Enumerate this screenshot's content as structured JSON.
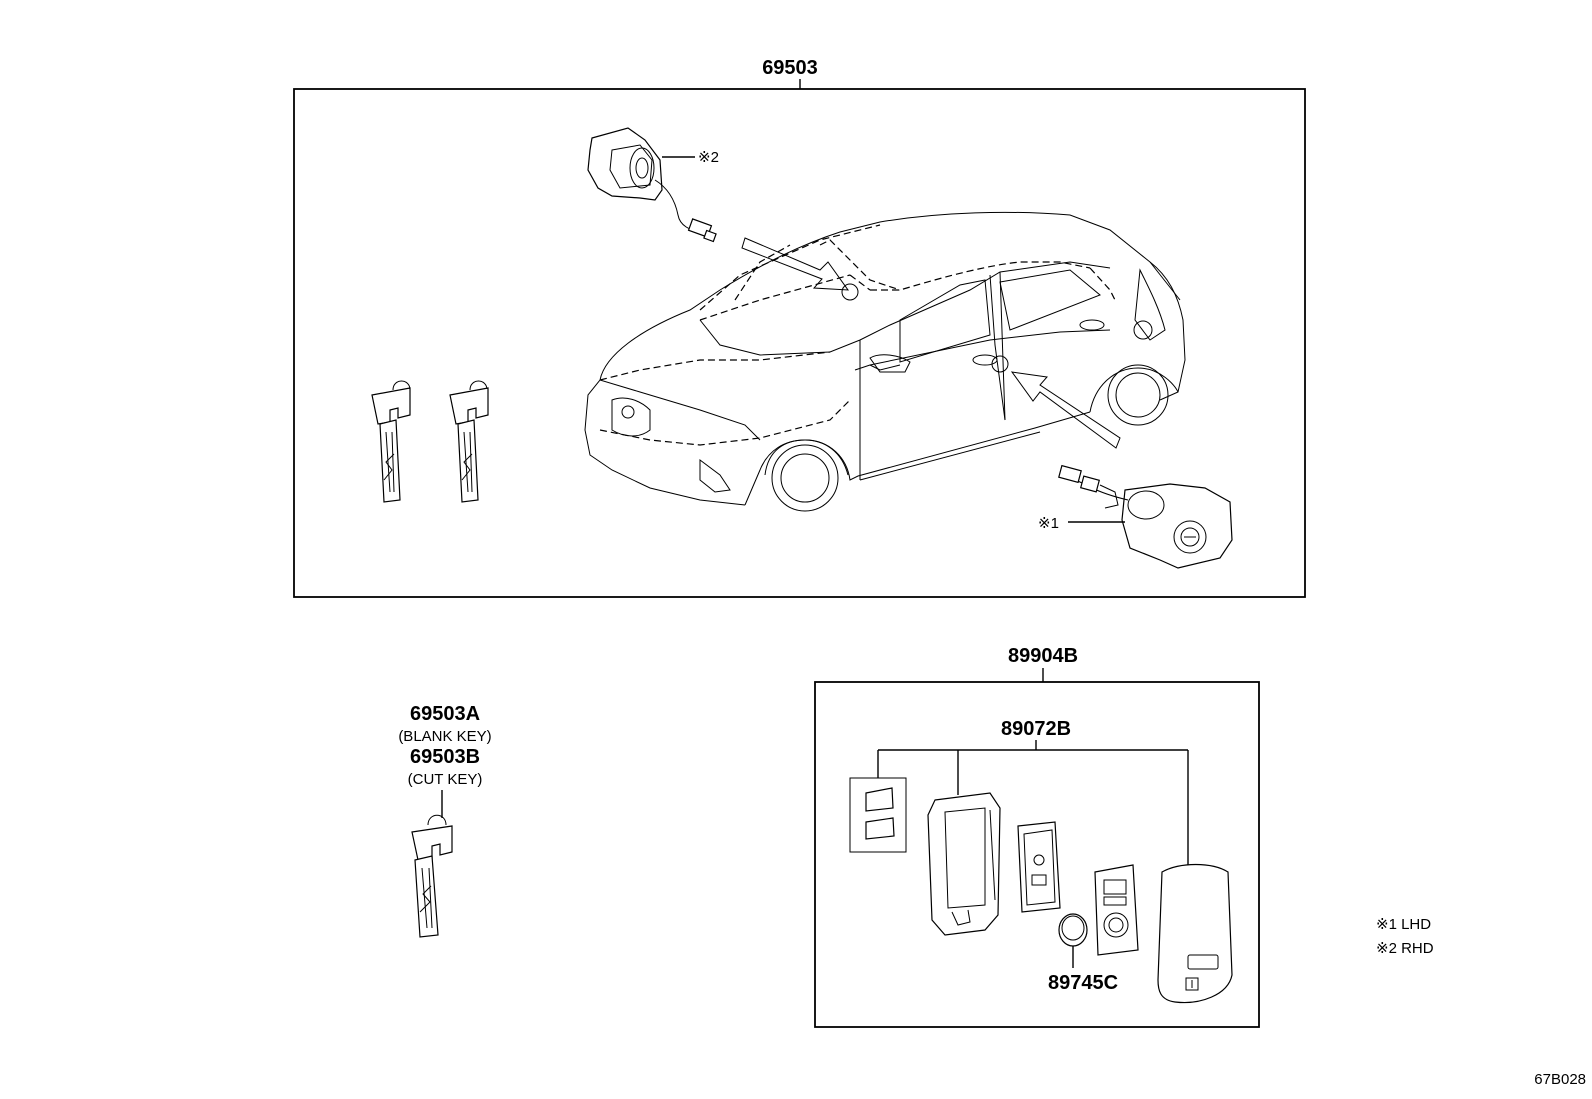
{
  "labels": {
    "lock_set": "69503",
    "rhd_cylinder_mark": "※2",
    "lhd_cylinder_mark": "※1",
    "transmitter_assy": "89904B",
    "transmitter_housing": "89072B",
    "battery": "89745C",
    "blank_key_part": "69503A",
    "blank_key_desc": "(BLANK KEY)",
    "cut_key_part": "69503B",
    "cut_key_desc": "(CUT KEY)"
  },
  "legend": {
    "item1": "※1  LHD",
    "item2": "※2  RHD"
  },
  "diagram_code": "67B028"
}
